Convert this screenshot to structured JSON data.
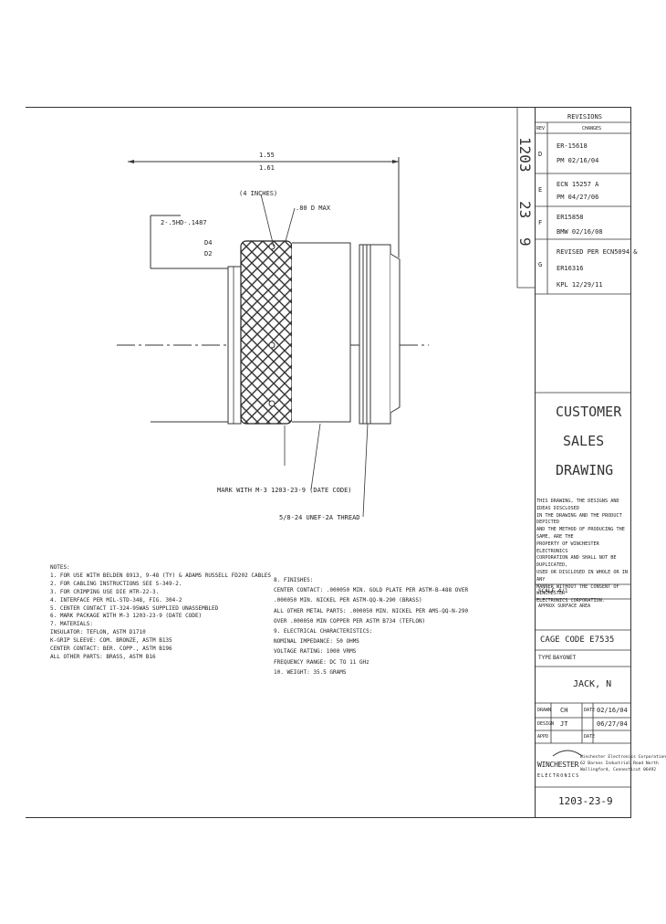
{
  "dimensions": {
    "overall_top": "1.55",
    "overall_bottom": "1.61",
    "inches_note": "(4 INCHES)",
    "max_dia": ".80 D MAX",
    "ground_dim": "2-.5HD-.1487",
    "dim_top": "D4",
    "dim_bottom": "D2"
  },
  "callouts": {
    "marking": "MARK WITH M-3 1203-23-9 (DATE CODE)",
    "thread": "5/8-24 UNEF-2A THREAD"
  },
  "revisions": {
    "header": "REVISIONS",
    "col_rev": "REV",
    "col_changes": "CHANGES",
    "entries": [
      {
        "rev": "D",
        "line1": "ER-15618",
        "line2": "PM 02/16/04"
      },
      {
        "rev": "E",
        "line1": "ECN 15257 A",
        "line2": "PM 04/27/06"
      },
      {
        "rev": "F",
        "line1": "ER15858",
        "line2": "BMW 02/16/08"
      },
      {
        "rev": "G",
        "line1": "REVISED PER ECN5094 &",
        "line2": "ER16316",
        "line3": "KPL    12/29/11"
      }
    ]
  },
  "part_number_vertical": [
    "1203",
    "23",
    "9"
  ],
  "title_block": {
    "line1": "CUSTOMER",
    "line2": "SALES",
    "line3": "DRAWING",
    "proprietary": [
      "THIS DRAWING, THE DESIGNS AND IDEAS DISCLOSED",
      "IN THE DRAWING AND THE PRODUCT DEPICTED",
      "AND THE METHOD OF PRODUCING THE SAME, ARE THE",
      "PROPERTY OF WINCHESTER ELECTRONICS",
      "CORPORATION AND SHALL NOT BE DUPLICATED,",
      "USED OR DISCLOSED IN WHOLE OR IN ANY",
      "MANNER WITHOUT THE CONSENT OF WINCHESTER",
      "ELECTRONICS CORPORATION."
    ],
    "scale": "SCALE 4/1",
    "surface": "APPROX SURFACE AREA",
    "cage": "CAGE CODE E7535",
    "type_label": "TYPE",
    "type_value": "BAYONET",
    "name": "JACK, N",
    "drawn_label": "DRAWN",
    "drawn_by": "CH",
    "drawn_date_label": "DATE",
    "drawn_date": "02/16/04",
    "design_label": "DESIGN",
    "design_by": "JT",
    "design_date": "06/27/04",
    "appd_label": "APPD",
    "appd_date_label": "DATE",
    "company_logo": "WINCHESTER",
    "company_sub": "ELECTRONICS",
    "company_addr": [
      "Winchester Electronics Corporation",
      "62 Barnes Industrial Road North",
      "Wallingford, Connecticut 06492"
    ],
    "drawing_number": "1203-23-9"
  },
  "notes": {
    "title": "NOTES:",
    "items": [
      "1. FOR USE WITH BELDEN 8913, 9-48 (TY) & ADAMS RUSSELL FD202 CABLES",
      "2. FOR CABLING INSTRUCTIONS SEE S-349-2.",
      "3. FOR CRIMPING USE DIE HTR-22-3.",
      "4. INTERFACE PER MIL-STD-348, FIG. 304-2",
      "5. CENTER CONTACT 1T-324-95WA5 SUPPLIED UNASSEMBLED",
      "6. MARK PACKAGE WITH M-3 1203-23-9 (DATE CODE)",
      "7. MATERIALS:",
      "   INSULATOR: TEFLON, ASTM D1710",
      "   K-GRIP SLEEVE: COM. BRONZE, ASTM B135",
      "   CENTER CONTACT: BER. COPP., ASTM B196",
      "   ALL OTHER PARTS: BRASS, ASTM B16"
    ],
    "items2": [
      "8. FINISHES:",
      "   CENTER CONTACT: .000050 MIN. GOLD PLATE PER ASTM-B-488 OVER",
      "   .000050 MIN. NICKEL PER ASTM-QQ-N-290 (BRASS)",
      "   ALL OTHER METAL PARTS: .000050 MIN. NICKEL PER AMS-QQ-N-290",
      "   OVER .000050 MIN COPPER PER ASTM B734 (TEFLON)",
      "9. ELECTRICAL CHARACTERISTICS:",
      "   NOMINAL IMPEDANCE: 50 OHMS",
      "   VOLTAGE RATING: 1000 VRMS",
      "   FREQUENCY RANGE: DC TO 11 GHz",
      "10. WEIGHT: 35.5 GRAMS"
    ]
  }
}
